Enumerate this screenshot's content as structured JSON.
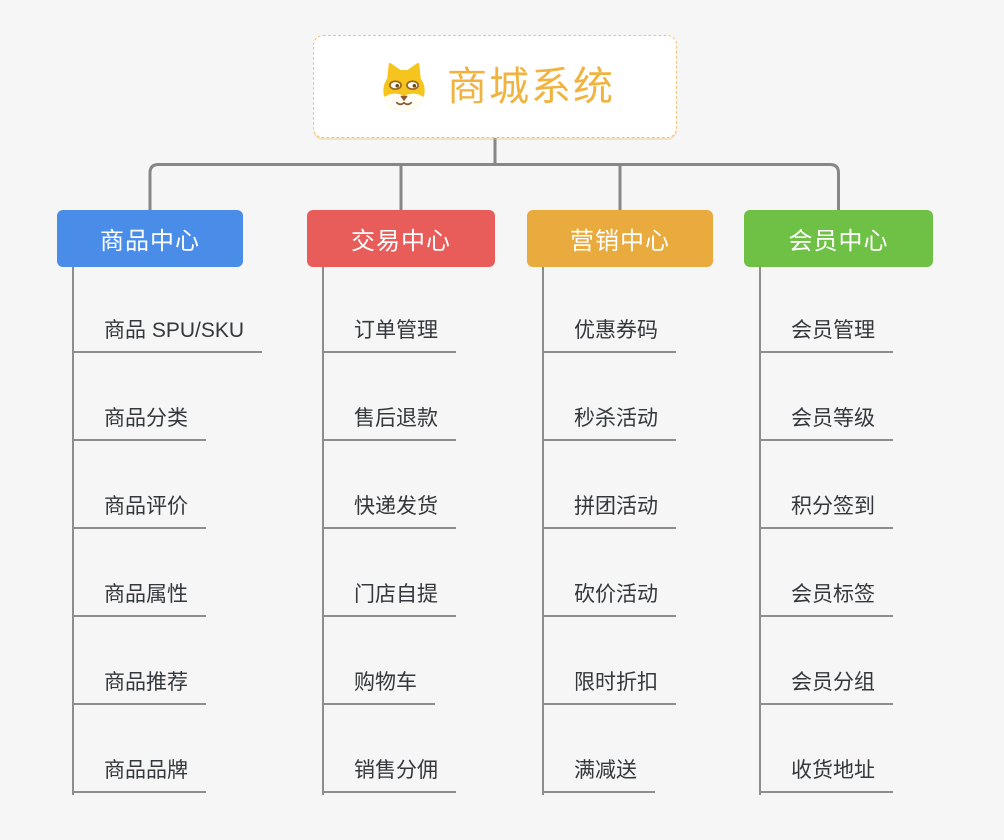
{
  "background": "#f5f6f5",
  "root": {
    "title": "商城系统",
    "icon": "dog-face-icon",
    "text_color": "#f0b340",
    "border_color": "#f3c377"
  },
  "connectors": {
    "line_color": "#878787",
    "underline_color": "#8d8d8d"
  },
  "item_text_color": "#34383c",
  "branches": [
    {
      "label": "商品中心",
      "color": "#4a8de9",
      "items": [
        "商品 SPU/SKU",
        "商品分类",
        "商品评价",
        "商品属性",
        "商品推荐",
        "商品品牌"
      ]
    },
    {
      "label": "交易中心",
      "color": "#e85d5a",
      "items": [
        "订单管理",
        "售后退款",
        "快递发货",
        "门店自提",
        "购物车",
        "销售分佣"
      ]
    },
    {
      "label": "营销中心",
      "color": "#eaab3e",
      "items": [
        "优惠券码",
        "秒杀活动",
        "拼团活动",
        "砍价活动",
        "限时折扣",
        "满减送"
      ]
    },
    {
      "label": "会员中心",
      "color": "#6ec145",
      "items": [
        "会员管理",
        "会员等级",
        "积分签到",
        "会员标签",
        "会员分组",
        "收货地址"
      ]
    }
  ]
}
